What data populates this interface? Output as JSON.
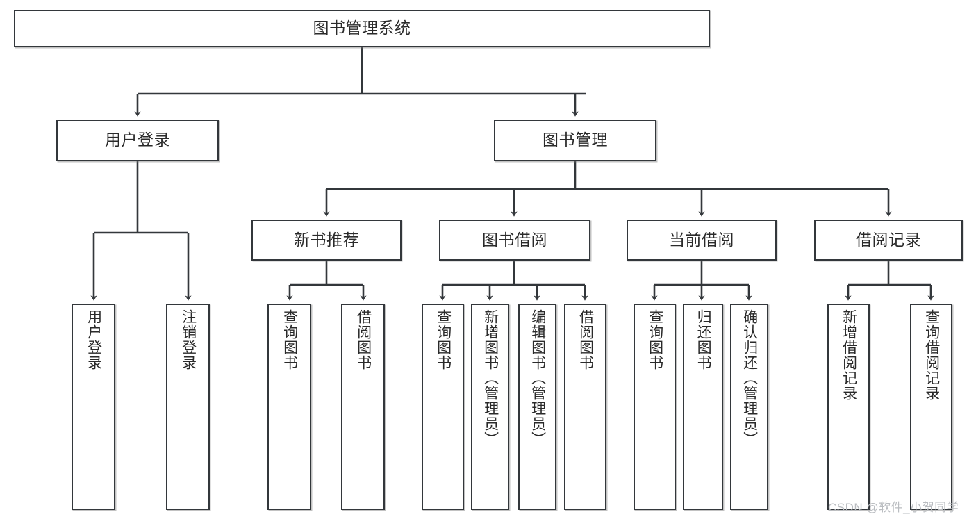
{
  "diagram": {
    "title": "图书管理系统",
    "watermark": "CSDN @软件_小贺同学",
    "line_color": "#33373b",
    "box_fill": "#ffffff",
    "text_color": "#2a2a2a",
    "nodes": {
      "root": "图书管理系统",
      "level2": [
        {
          "id": "user-login",
          "label": "用户登录"
        },
        {
          "id": "book-management",
          "label": "图书管理"
        }
      ],
      "level3": [
        {
          "id": "new-book-recommend",
          "label": "新书推荐"
        },
        {
          "id": "book-borrow",
          "label": "图书借阅"
        },
        {
          "id": "current-borrow",
          "label": "当前借阅"
        },
        {
          "id": "borrow-record",
          "label": "借阅记录"
        }
      ],
      "leaves": [
        {
          "id": "leaf-user-login",
          "label": "用户登录",
          "parent": "user-login"
        },
        {
          "id": "leaf-logout-login",
          "label": "注销登录",
          "parent": "user-login"
        },
        {
          "id": "leaf-query-book-1",
          "label": "查询图书",
          "parent": "new-book-recommend"
        },
        {
          "id": "leaf-borrow-book-1",
          "label": "借阅图书",
          "parent": "new-book-recommend"
        },
        {
          "id": "leaf-query-book-2",
          "label": "查询图书",
          "parent": "book-borrow"
        },
        {
          "id": "leaf-add-book",
          "label": "新增图书（管理员）",
          "parent": "book-borrow"
        },
        {
          "id": "leaf-edit-book",
          "label": "编辑图书（管理员）",
          "parent": "book-borrow"
        },
        {
          "id": "leaf-borrow-book-2",
          "label": "借阅图书",
          "parent": "book-borrow"
        },
        {
          "id": "leaf-query-book-3",
          "label": "查询图书",
          "parent": "current-borrow"
        },
        {
          "id": "leaf-return-book",
          "label": "归还图书",
          "parent": "current-borrow"
        },
        {
          "id": "leaf-confirm-return",
          "label": "确认归还（管理员）",
          "parent": "current-borrow"
        },
        {
          "id": "leaf-add-borrow-record",
          "label": "新增借阅记录",
          "parent": "borrow-record"
        },
        {
          "id": "leaf-query-borrow-record",
          "label": "查询借阅记录",
          "parent": "borrow-record"
        }
      ]
    }
  }
}
